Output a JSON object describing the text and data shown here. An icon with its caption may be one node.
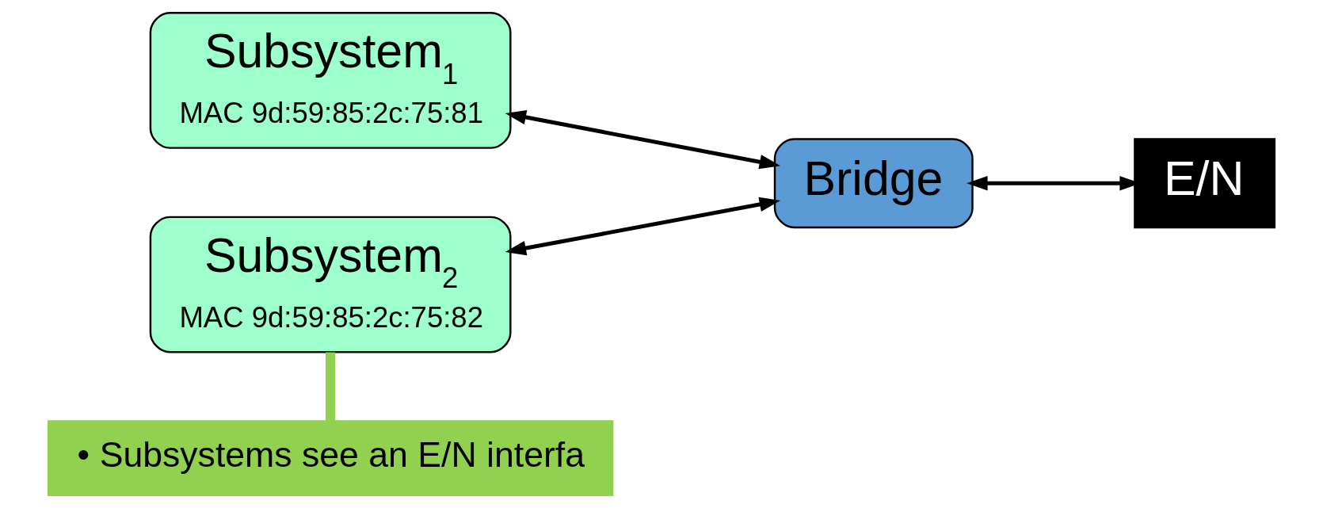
{
  "diagram": {
    "nodes": [
      {
        "text": [
          "Subsystem$_{1}$",
          "MAC 9d:59:85:2c:75:81"
        ]
      },
      {
        "text": [
          "Subsystem$_{2}$",
          "MAC 9d:59:85:2c:75:82"
        ]
      },
      {
        "text": [
          "Bridge"
        ]
      },
      {
        "text": [
          "E/N"
        ]
      },
      {
        "text": [
          "• Subsystems see an E/N interfa"
        ]
      }
    ],
    "edges": [
      {
        "from": 0,
        "to": 2,
        "arrow": "both"
      },
      {
        "from": 1,
        "to": 2,
        "arrow": "both"
      },
      {
        "from": 2,
        "to": 3,
        "arrow": "both"
      },
      {
        "from": 4,
        "to": 1,
        "arrow": "none",
        "style": "thick",
        "color": "#92d050"
      }
    ]
  }
}
